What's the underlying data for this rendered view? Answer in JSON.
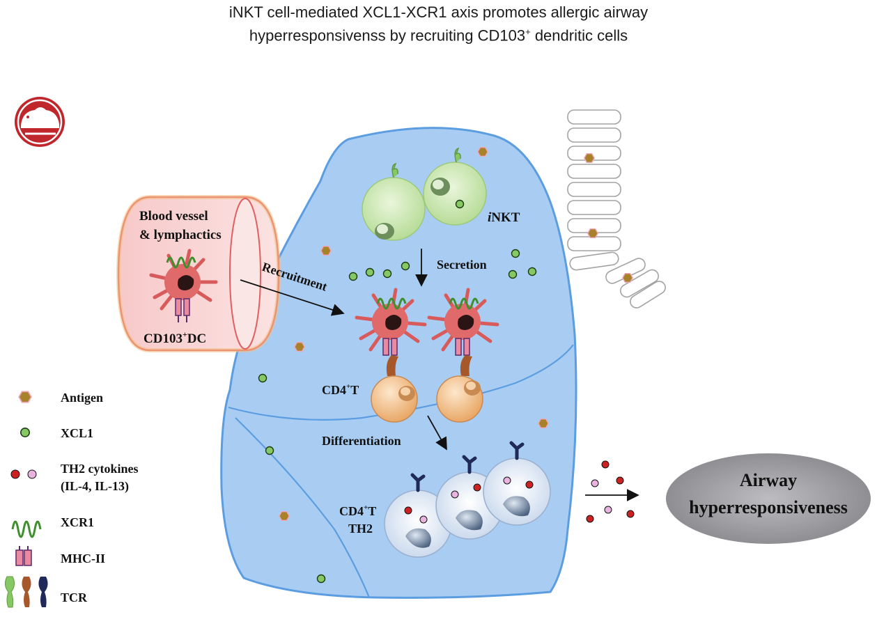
{
  "title": {
    "line1": "iNKT cell-mediated XCL1-XCR1 axis promotes allergic airway",
    "line2_pre": "hyperresponsivenss by recruiting CD103",
    "line2_sup": "+",
    "line2_post": " dendritic cells"
  },
  "vessel": {
    "line1": "Blood vessel",
    "line2": "& lymphactics",
    "dc_label_pre": "CD103",
    "dc_label_sup": "+",
    "dc_label_post": "DC"
  },
  "labels": {
    "inkt_italic": "i",
    "inkt_rest": "NKT",
    "recruitment": "Recruitment",
    "secretion": "Secretion",
    "cd4_pre": "CD4",
    "cd4_sup": "+",
    "cd4_post": "T",
    "differentiation": "Differentiation",
    "th2_line2": "TH2",
    "outcome_line1": "Airway",
    "outcome_line2": "hyperresponsiveness"
  },
  "legend": {
    "antigen": "Antigen",
    "xcl1": "XCL1",
    "th2_line1": "TH2 cytokines",
    "th2_line2": "(IL-4, IL-13)",
    "xcr1": "XCR1",
    "mhc": "MHC-II",
    "tcr": "TCR"
  },
  "colors": {
    "lung_fill": "#a9cdf2",
    "lung_stroke": "#5b9de0",
    "inkt_cell": "#c9e6b1",
    "dc_cell": "#e06a6a",
    "cd4_cell": "#f1c08a",
    "th2_cell": "#e4ecf6",
    "xcl1": "#7dc45a",
    "antigen": "#b08a2e",
    "il4_red": "#cc2222",
    "il13_pink": "#e9b3df",
    "xcr1": "#3f8f2e",
    "mouse_icon": "#c0272d",
    "outcome_bg": "#8f8f93"
  },
  "icons": {
    "mouse": "mouse-icon",
    "antigen": "hexagon-icon",
    "xcl1": "green-dot-icon",
    "cytokine": "red-pink-dot-icon",
    "xcr1": "coil-icon",
    "mhc": "mhc-receptor-icon",
    "tcr": "tcr-receptor-icon"
  }
}
